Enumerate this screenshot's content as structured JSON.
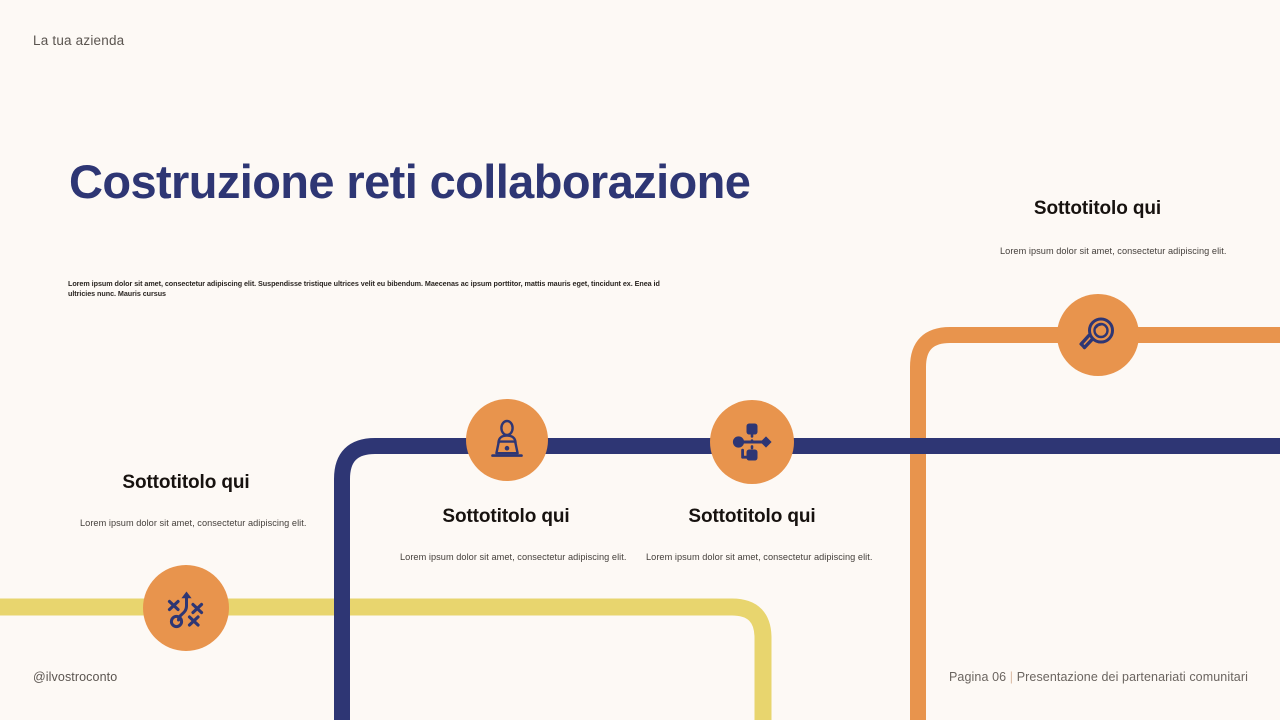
{
  "slide": {
    "brand": "La tua azienda",
    "title": "Costruzione reti collaborazione",
    "intro": "Lorem ipsum dolor sit amet, consectetur adipiscing elit. Suspendisse tristique ultrices velit eu bibendum. Maecenas ac ipsum porttitor, mattis mauris eget, tincidunt ex. Enea id ultricies nunc. Mauris cursus",
    "handle": "@ilvostroconto",
    "page_label": "Pagina 06",
    "page_separator": "|",
    "page_deck": "Presentazione dei partenariati comunitari"
  },
  "colors": {
    "background": "#FDF9F5",
    "navy": "#2E3674",
    "orange": "#E8944D",
    "yellow": "#E8D56E",
    "title": "#2E3674",
    "body_text": "#45403C"
  },
  "items": [
    {
      "id": "search",
      "icon": "magnifier-icon",
      "title": "Sottotitolo qui",
      "desc": "Lorem ipsum dolor sit amet, consectetur adipiscing elit."
    },
    {
      "id": "network",
      "icon": "network-nodes-icon",
      "title": "Sottotitolo qui",
      "desc": "Lorem ipsum dolor sit amet, consectetur adipiscing elit."
    },
    {
      "id": "workstation",
      "icon": "person-at-laptop-icon",
      "title": "Sottotitolo qui",
      "desc": "Lorem ipsum dolor sit amet, consectetur adipiscing elit."
    },
    {
      "id": "strategy",
      "icon": "strategy-playbook-icon",
      "title": "Sottotitolo qui",
      "desc": "Lorem ipsum dolor sit amet, consectetur adipiscing elit."
    }
  ]
}
